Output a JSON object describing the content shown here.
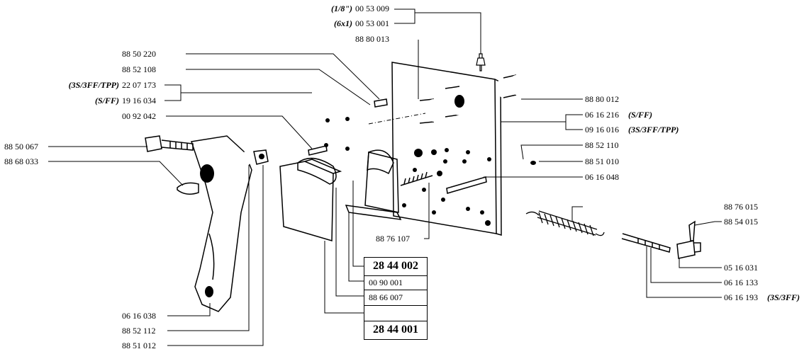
{
  "labels": {
    "l_18_q": "(1/8\")",
    "l_18": "00 53 009",
    "l_6x1_q": "(6x1)",
    "l_6x1": "00 53 001",
    "l_888013": "88 80 013",
    "l_885220": "88 50 220",
    "l_885210": "88 52 108",
    "l_3s_q": "(3S/3FF/TPP)",
    "l_3s": "22 07 173",
    "l_sff_q": "(S/FF)",
    "l_sff": "19 16 034",
    "l_009204": "00 92 042",
    "l_885006": "88 50 067",
    "l_886803": "88 68 033",
    "l_888012": "88 80 012",
    "l_061621": "06 16 216",
    "l_061621_q": "(S/FF)",
    "l_091601": "09 16 016",
    "l_091601_q": "(3S/3FF/TPP)",
    "l_885211": "88 52 110",
    "l_885101": "88 51 010",
    "l_061604": "06 16 048",
    "l_887601": "88 76 015",
    "l_885401": "88 54 015",
    "l_887610": "88 76 107",
    "l_051603": "05 16 031",
    "l_061613": "06 16 133",
    "l_061619": "06 16 193",
    "l_061619_q": "(3S/3FF)",
    "l_061603": "06 16 038",
    "l_885211b": "88 52 112",
    "l_885101b": "88 51 012"
  },
  "box": {
    "top": "28 44 002",
    "mid1": "00 90 001",
    "mid2": "88 66 007",
    "bottom": "28 44 001"
  }
}
